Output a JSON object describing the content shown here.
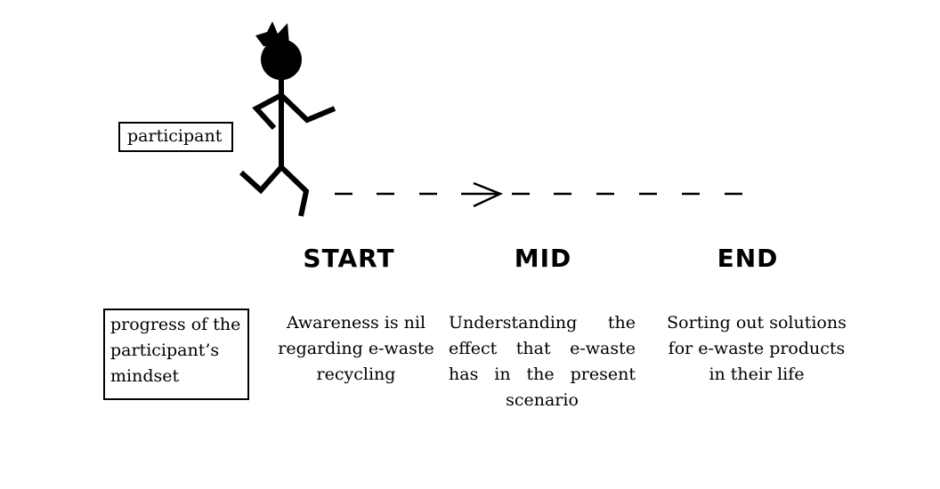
{
  "participant_label": "participant",
  "mindset_label": "progress of the participant’s mindset",
  "stages": [
    {
      "title": "START",
      "description": "Awareness is nil regarding e-waste recycling"
    },
    {
      "title": "MID",
      "description": "Understanding the effect that e-waste has in the present scenario"
    },
    {
      "title": "END",
      "description": "Sorting out solutions for e-waste products in their life"
    }
  ],
  "colors": {
    "ink": "#000000",
    "background": "#ffffff"
  },
  "icons": [
    "stick-figure-icon",
    "crown-icon",
    "arrow-head-icon"
  ]
}
